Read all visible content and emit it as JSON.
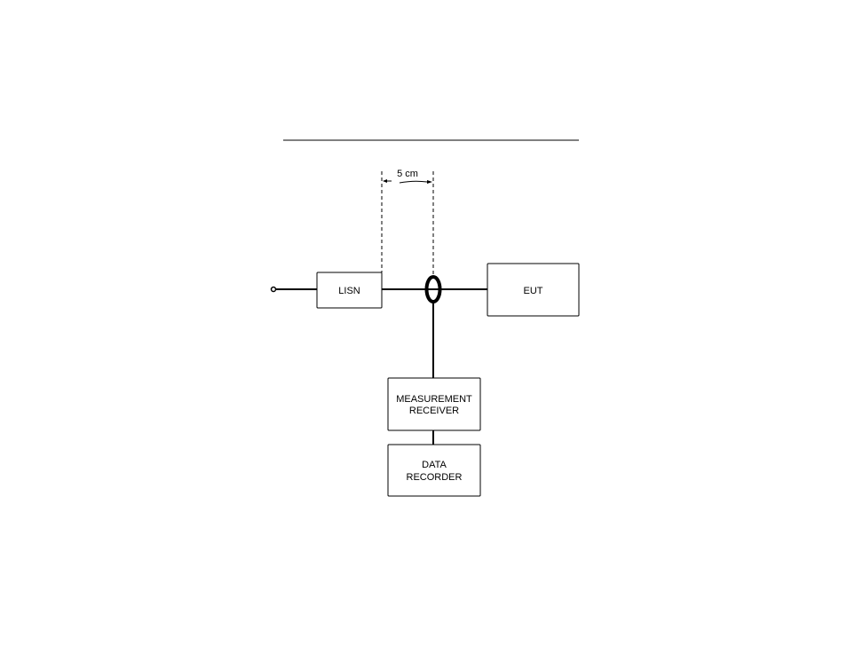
{
  "diagram": {
    "blocks": {
      "lisn": "LISN",
      "eut": "EUT",
      "receiver_line1": "MEASUREMENT",
      "receiver_line2": "RECEIVER",
      "recorder_line1": "DATA",
      "recorder_line2": "RECORDER"
    },
    "dimension_label": "5 cm"
  }
}
